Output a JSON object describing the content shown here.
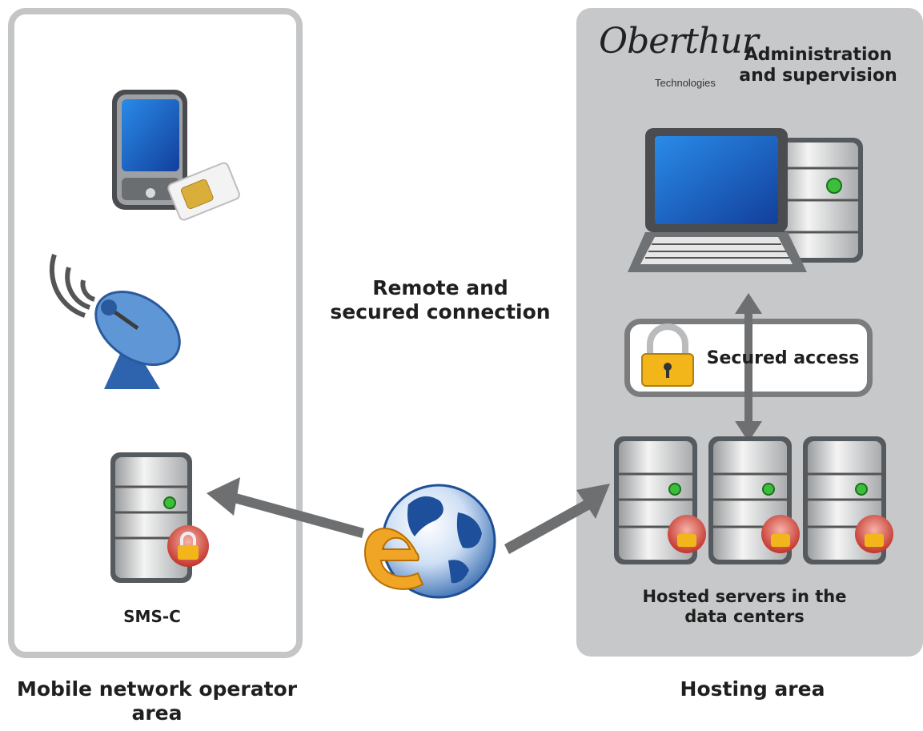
{
  "left_area": {
    "label_line1": "Mobile network operator",
    "label_line2": "area",
    "server_label": "SMS-C"
  },
  "center": {
    "connection_line1": "Remote and",
    "connection_line2": "secured connection"
  },
  "right_area": {
    "label": "Hosting area",
    "logo_text": "Oberthur",
    "logo_subtext": "Technologies",
    "admin_line1": "Administration",
    "admin_line2": "and supervision",
    "secured_access": "Secured access",
    "servers_line1": "Hosted servers in the",
    "servers_line2": "data centers"
  },
  "colors": {
    "panel_border": "#c4c5c6",
    "hosting_bg": "#c7c8c9",
    "arrow": "#6e6f70",
    "screen_blue": "#1f6fd0",
    "lock_red": "#d23a2f",
    "lock_gold": "#f2b51a"
  }
}
